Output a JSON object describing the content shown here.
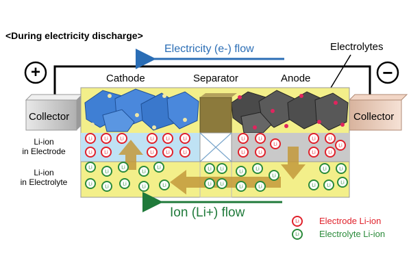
{
  "title": "<During electricity discharge>",
  "electricity_flow_label": "Electricity (e-) flow",
  "electrolytes_label": "Electrolytes",
  "plus_sign": "+",
  "minus_sign": "−",
  "regions": {
    "cathode": "Cathode",
    "separator": "Separator",
    "anode": "Anode"
  },
  "collector_left": "Collector",
  "collector_right": "Collector",
  "side_labels": {
    "electrode_line1": "Li-ion",
    "electrode_line2": "in Electrode",
    "electrolyte_line1": "Li-ion",
    "electrolyte_line2": "in Electrolyte"
  },
  "ion_flow_label": "Ion (Li+) flow",
  "ion_symbol": "Li",
  "legend": {
    "electrode": "Electrode Li-ion",
    "electrolyte": "Electrolyte Li-ion"
  },
  "colors": {
    "electricity_arrow": "#2a6db5",
    "ion_arrow": "#1f7a3a",
    "electrode_ion": "#e0202a",
    "electrolyte_ion": "#2a8a3a",
    "electrolyte_fill": "#f3ef8a",
    "cathode_band": "#bfe2f4",
    "anode_band": "#c9c9c9",
    "ion_movement_arrow": "#c49a3c"
  }
}
